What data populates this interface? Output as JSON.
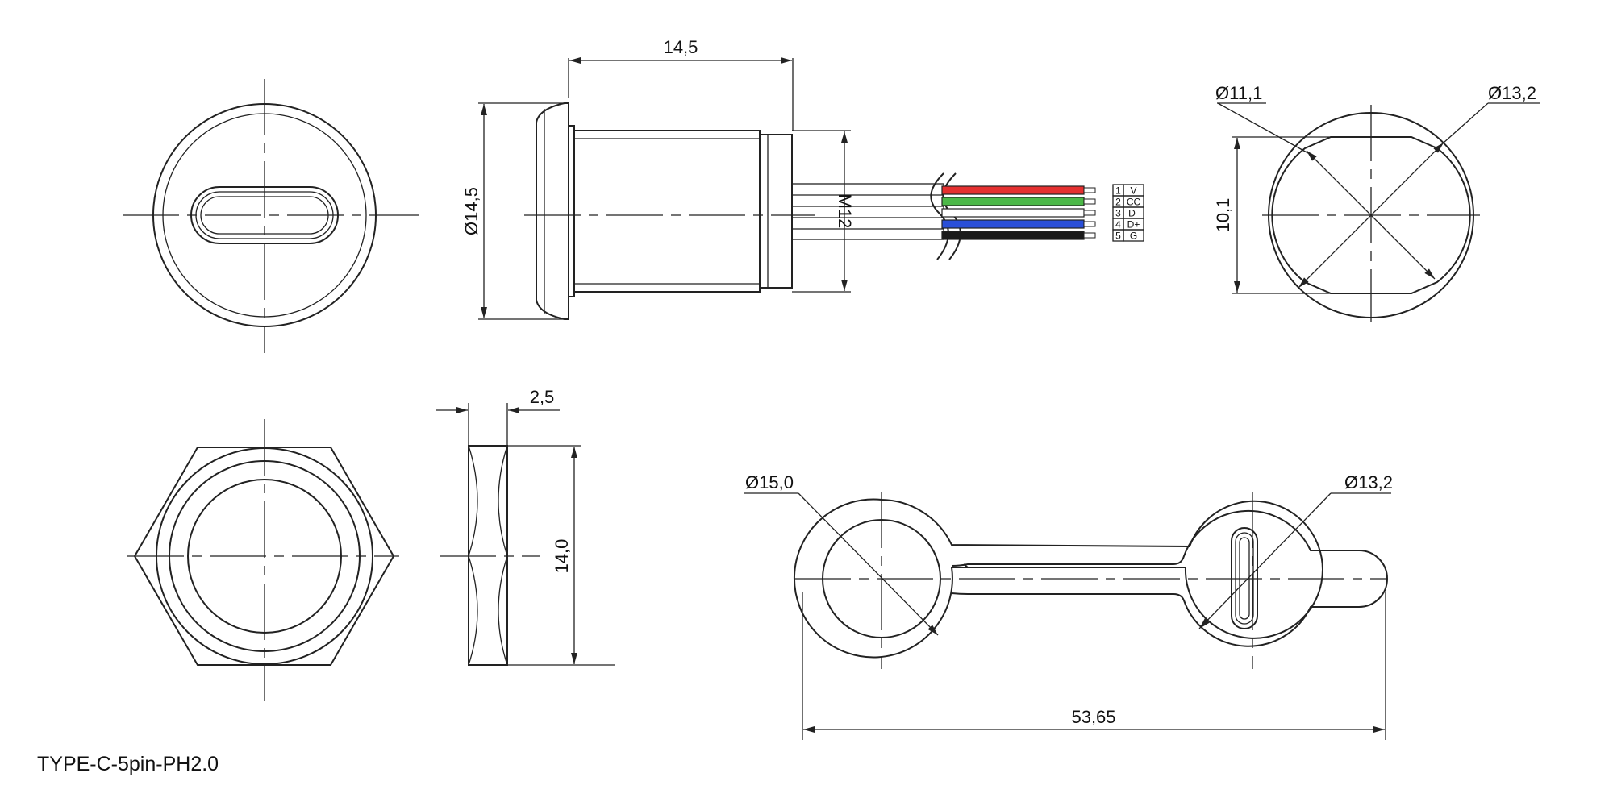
{
  "dimensions": {
    "body_length": "14,5",
    "flange_diameter": "Ø14,5",
    "thread": "M12",
    "flat_width": "10,1",
    "inner_diameter": "Ø11,1",
    "outer_diameter": "Ø13,2",
    "nut_thickness": "2,5",
    "nut_height": "14,0",
    "cap_diameter": "Ø15,0",
    "cap_ring_diameter": "Ø13,2",
    "cap_length": "53,65"
  },
  "pins": [
    {
      "num": "1",
      "label": "V",
      "color": "#e53030"
    },
    {
      "num": "2",
      "label": "CC",
      "color": "#4cb848"
    },
    {
      "num": "3",
      "label": "D-",
      "color": "#ffffff"
    },
    {
      "num": "4",
      "label": "D+",
      "color": "#2a4fd8"
    },
    {
      "num": "5",
      "label": "G",
      "color": "#1a1a1a"
    }
  ],
  "caption": "TYPE-C-5pin-PH2.0"
}
